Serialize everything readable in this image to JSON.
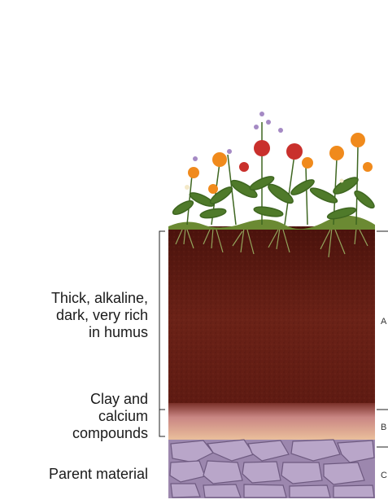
{
  "diagram": {
    "horizons": [
      {
        "id": "A",
        "description": "Thick, alkaline,\ndark, very rich\nin humus",
        "letter": "A",
        "color": "#5e1a12"
      },
      {
        "id": "B",
        "description": "Clay and\ncalcium\ncompounds",
        "letter": "B",
        "color": "#b86a67"
      },
      {
        "id": "C",
        "description": "Parent material",
        "letter": "C",
        "color": "#b9a6c9"
      }
    ],
    "colors": {
      "topsoil_dark": "#4a120c",
      "topsoil": "#6b2217",
      "subsoil_top": "#c98683",
      "subsoil_bottom": "#f0c9a0",
      "rock": "#b9a6c9",
      "rock_edge": "#6e5a80",
      "leaf": "#4f7a2a",
      "flower_orange": "#f08a1c",
      "flower_red": "#c9302c",
      "flower_lavender": "#a58ac4"
    }
  }
}
